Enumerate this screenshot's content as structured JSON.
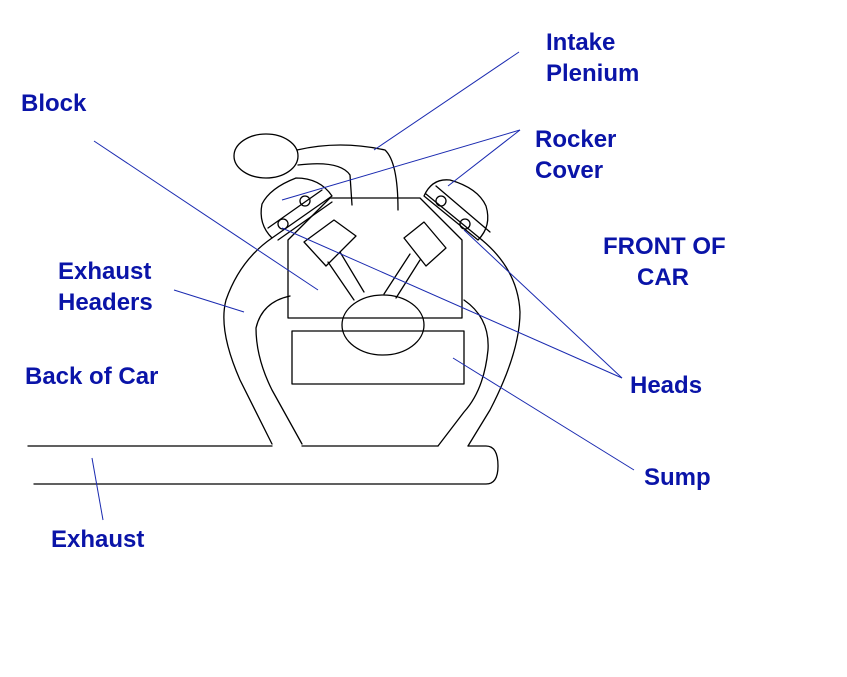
{
  "colors": {
    "label": "#0a14a8",
    "leader": "#1a2ab0",
    "drawing": "#000000",
    "background": "#ffffff"
  },
  "labels": {
    "intake_plenium": [
      "Intake",
      "Plenium"
    ],
    "block": "Block",
    "rocker_cover": [
      "Rocker",
      "Cover"
    ],
    "front_of_car": [
      "FRONT OF",
      "CAR"
    ],
    "exhaust_headers": [
      "Exhaust",
      "Headers"
    ],
    "back_of_car": "Back of Car",
    "heads": "Heads",
    "sump": "Sump",
    "exhaust": "Exhaust"
  }
}
